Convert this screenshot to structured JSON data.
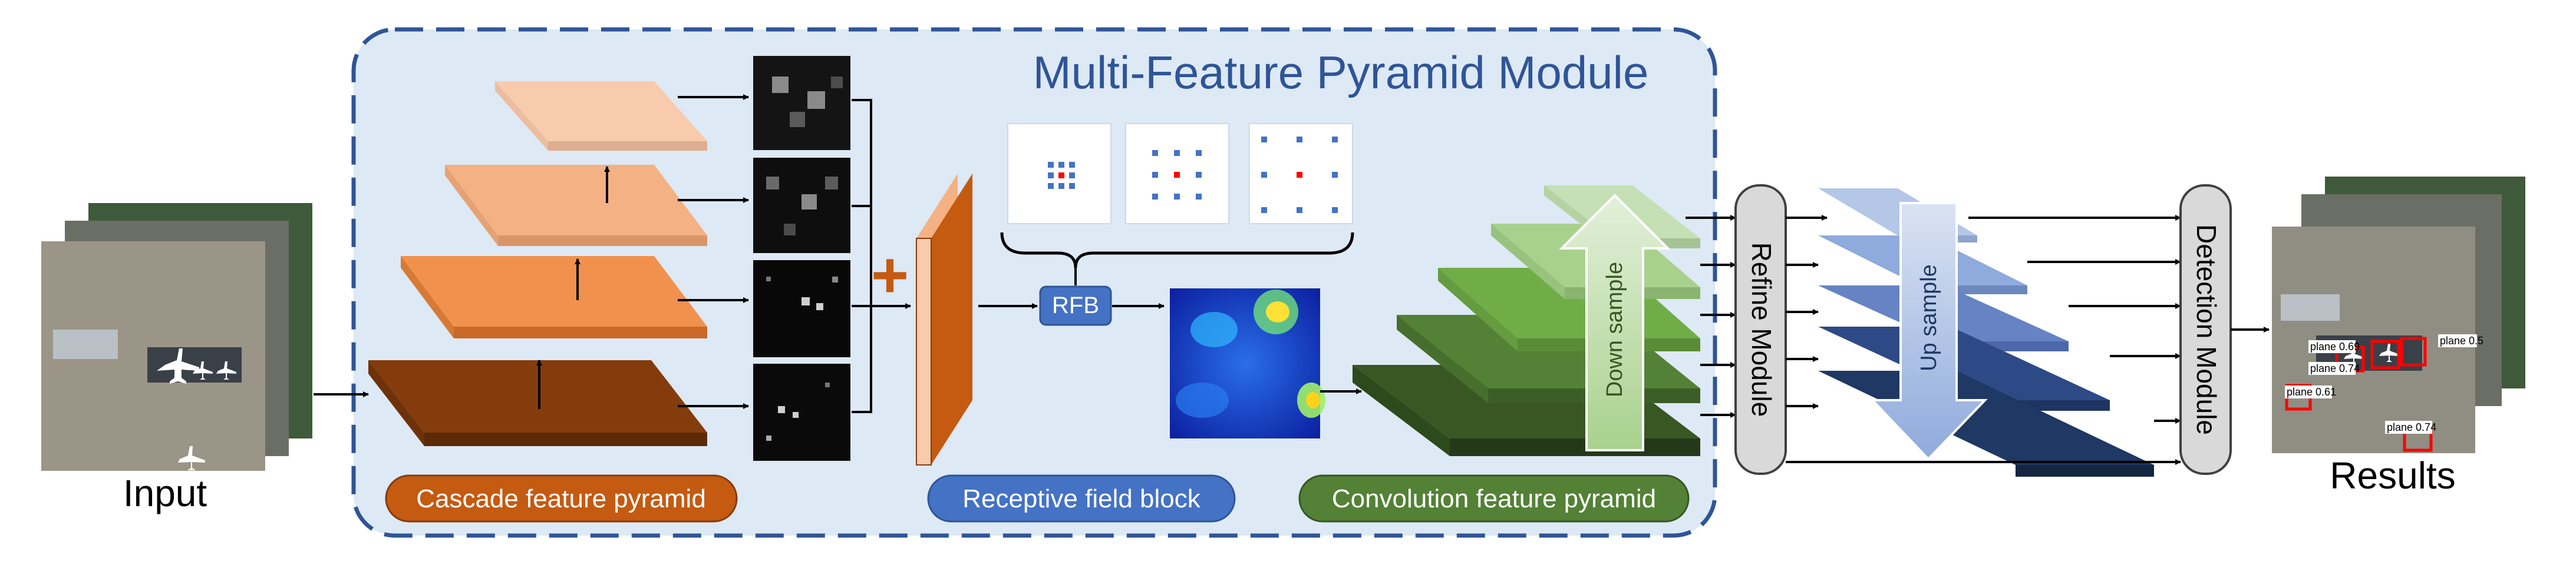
{
  "title": "Multi-Feature Pyramid Module",
  "labels": {
    "input": "Input",
    "results": "Results",
    "rfb": "RFB",
    "refine": "Refine Module",
    "detection": "Detection Module",
    "down_sample": "Down sample",
    "up_sample": "Up sample"
  },
  "badges": {
    "cascade": "Cascade feature pyramid",
    "receptive": "Receptive field block",
    "convolution": "Convolution feature pyramid"
  },
  "detections": [
    {
      "text": "plane 0.69"
    },
    {
      "text": "plane 0.74"
    },
    {
      "text": "plane 0.61"
    },
    {
      "text": "plane 0.74"
    },
    {
      "text": "plane 0.5"
    }
  ],
  "colors": {
    "module_bg": "#dde9f5",
    "module_border": "#2f5597",
    "title": "#2f5597",
    "cascade": "#c55a11",
    "receptive": "#4472c4",
    "convolution": "#538135",
    "upsample": "#1f3864",
    "detection_box": "#ff0000"
  }
}
